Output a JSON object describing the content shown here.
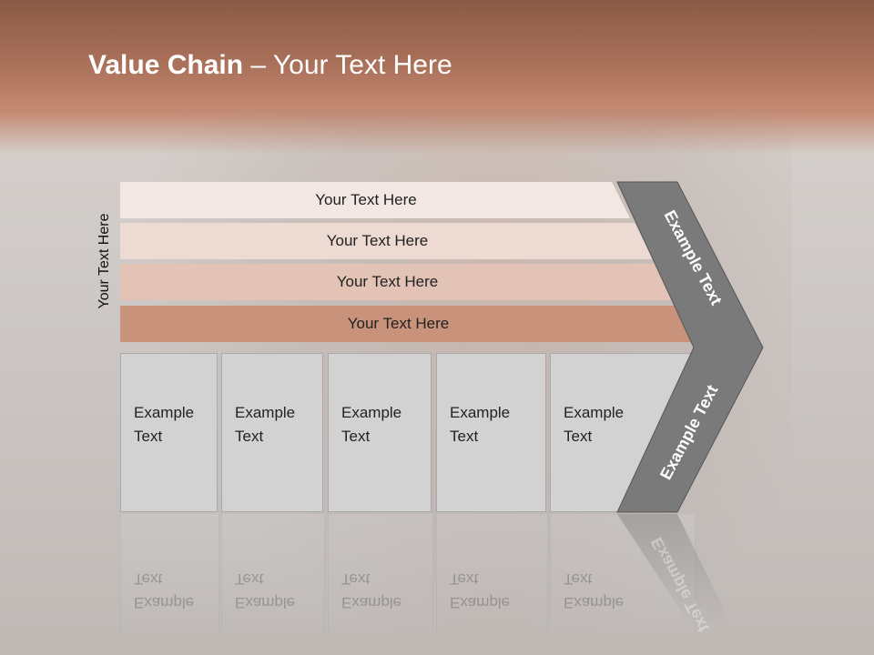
{
  "title": {
    "bold": "Value Chain",
    "rest": " – Your Text Here"
  },
  "side_label": "Your Text Here",
  "bands": [
    "Your Text Here",
    "Your Text Here",
    "Your Text Here",
    "Your Text Here"
  ],
  "columns": [
    {
      "line1": "Example",
      "line2": "Text"
    },
    {
      "line1": "Example",
      "line2": "Text"
    },
    {
      "line1": "Example",
      "line2": "Text"
    },
    {
      "line1": "Example",
      "line2": "Text"
    },
    {
      "line1": "Example",
      "line2": "Text"
    }
  ],
  "chevron": {
    "upper": "Example Text",
    "lower": "Example Text"
  },
  "colors": {
    "header": "#ad735c",
    "band_light": "#f2e7e3",
    "band_dark": "#c9927a",
    "column_fill": "#d2d2d2",
    "chevron": "#7a7a7a"
  }
}
